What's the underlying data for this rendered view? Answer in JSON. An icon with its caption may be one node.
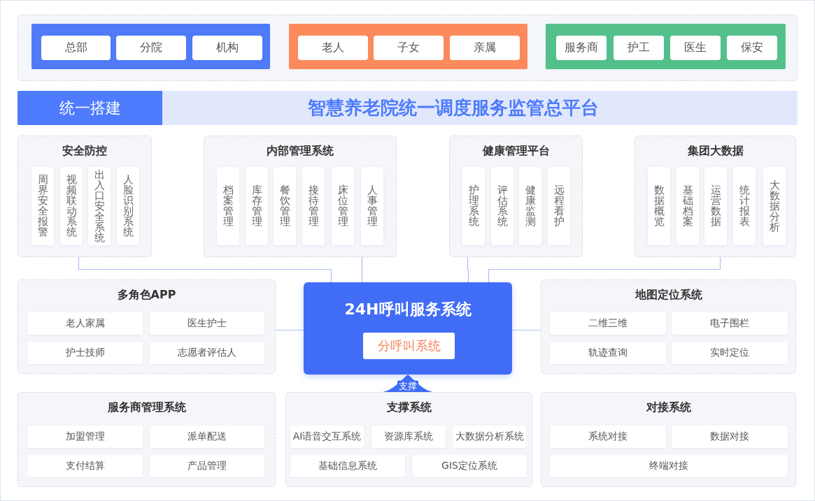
{
  "diagram": {
    "nodes": [
      {
        "text": [],
        "shape": "box"
      },
      {
        "text": [],
        "shape": "box",
        "in": 0
      },
      {
        "text": [
          "总部"
        ],
        "in": 1
      },
      {
        "text": [
          "分院"
        ],
        "in": 1
      },
      {
        "text": [
          "机构"
        ],
        "in": 1
      },
      {
        "text": [],
        "shape": "box",
        "in": 0
      },
      {
        "text": [
          "老人"
        ],
        "in": 5
      },
      {
        "text": [
          "子女"
        ],
        "in": 5
      },
      {
        "text": [
          "亲属"
        ],
        "in": 5
      },
      {
        "text": [],
        "shape": "box",
        "in": 0
      },
      {
        "text": [
          "服务商"
        ],
        "in": 9
      },
      {
        "text": [
          "护工"
        ],
        "in": 9
      },
      {
        "text": [
          "医生"
        ],
        "in": 9
      },
      {
        "text": [
          "保安"
        ],
        "in": 9
      },
      {
        "text": [
          "统一搭建"
        ]
      },
      {
        "text": [
          "智慧养老院统一调度服务监管总平台"
        ]
      },
      {
        "text": [
          "安全防控"
        ]
      },
      {
        "text": [
          "周界安全报警"
        ],
        "in": 16
      },
      {
        "text": [
          "视频联动系统"
        ],
        "in": 16
      },
      {
        "text": [
          "出入口安全系统"
        ],
        "in": 16
      },
      {
        "text": [
          "人脸识别系统"
        ],
        "in": 16
      },
      {
        "text": [
          "内部管理系统"
        ]
      },
      {
        "text": [
          "档案管理"
        ],
        "in": 21
      },
      {
        "text": [
          "库存管理"
        ],
        "in": 21
      },
      {
        "text": [
          "餐饮管理"
        ],
        "in": 21
      },
      {
        "text": [
          "接待管理"
        ],
        "in": 21
      },
      {
        "text": [
          "床位管理"
        ],
        "in": 21
      },
      {
        "text": [
          "人事管理"
        ],
        "in": 21
      },
      {
        "text": [
          "健康管理平台"
        ]
      },
      {
        "text": [
          "护理系统"
        ],
        "in": 28
      },
      {
        "text": [
          "评估系统"
        ],
        "in": 28
      },
      {
        "text": [
          "健康监测"
        ],
        "in": 28
      },
      {
        "text": [
          "远程看护"
        ],
        "in": 28
      },
      {
        "text": [
          "集团大数据"
        ]
      },
      {
        "text": [
          "数据概览"
        ],
        "in": 33
      },
      {
        "text": [
          "基础档案"
        ],
        "in": 33
      },
      {
        "text": [
          "运营数据"
        ],
        "in": 33
      },
      {
        "text": [
          "统计报表"
        ],
        "in": 33
      },
      {
        "text": [
          "大数据分析"
        ],
        "in": 33
      },
      {
        "text": [
          "多角色APP"
        ]
      },
      {
        "text": [
          "老人家属"
        ],
        "in": 39
      },
      {
        "text": [
          "医生护士"
        ],
        "in": 39
      },
      {
        "text": [
          "护士技师"
        ],
        "in": 39
      },
      {
        "text": [
          "志愿者评估人"
        ],
        "in": 39
      },
      {
        "text": [
          "24H呼叫服务系统"
        ]
      },
      {
        "text": [
          "分呼叫系统"
        ],
        "in": 44
      },
      {
        "text": [
          "地图定位系统"
        ]
      },
      {
        "text": [
          "二维三维"
        ],
        "in": 46
      },
      {
        "text": [
          "电子围栏"
        ],
        "in": 46
      },
      {
        "text": [
          "轨迹查询"
        ],
        "in": 46
      },
      {
        "text": [
          "实时定位"
        ],
        "in": 46
      },
      {
        "text": [
          "服务商管理系统"
        ]
      },
      {
        "text": [
          "加盟管理"
        ],
        "in": 51
      },
      {
        "text": [
          "派单配送"
        ],
        "in": 51
      },
      {
        "text": [
          "支付结算"
        ],
        "in": 51
      },
      {
        "text": [
          "产品管理"
        ],
        "in": 51
      },
      {
        "text": [
          "支撑系统"
        ]
      },
      {
        "text": [
          "AI语音交互系统"
        ],
        "in": 56
      },
      {
        "text": [
          "资源库系统"
        ],
        "in": 56
      },
      {
        "text": [
          "大数据分析系统"
        ],
        "in": 56
      },
      {
        "text": [
          "基础信息系统"
        ],
        "in": 56
      },
      {
        "text": [
          "GIS定位系统"
        ],
        "in": 56
      },
      {
        "text": [
          "对接系统"
        ]
      },
      {
        "text": [
          "系统对接"
        ],
        "in": 62
      },
      {
        "text": [
          "数据对接"
        ],
        "in": 62
      },
      {
        "text": [
          "终端对接"
        ],
        "in": 62
      }
    ],
    "edges": [
      {
        "from": 16,
        "to": 44,
        "arrow": "none"
      },
      {
        "from": 21,
        "to": 44,
        "arrow": "none"
      },
      {
        "from": 28,
        "to": 44,
        "arrow": "none"
      },
      {
        "from": 33,
        "to": 44,
        "arrow": "none"
      },
      {
        "from": 39,
        "to": 44,
        "arrow": "none"
      },
      {
        "from": 46,
        "to": 44,
        "arrow": "none"
      },
      {
        "from": 56,
        "to": 44,
        "arrow": "to",
        "label": "支撑",
        "style": "thick",
        "color": "#3f6cf6"
      }
    ]
  }
}
